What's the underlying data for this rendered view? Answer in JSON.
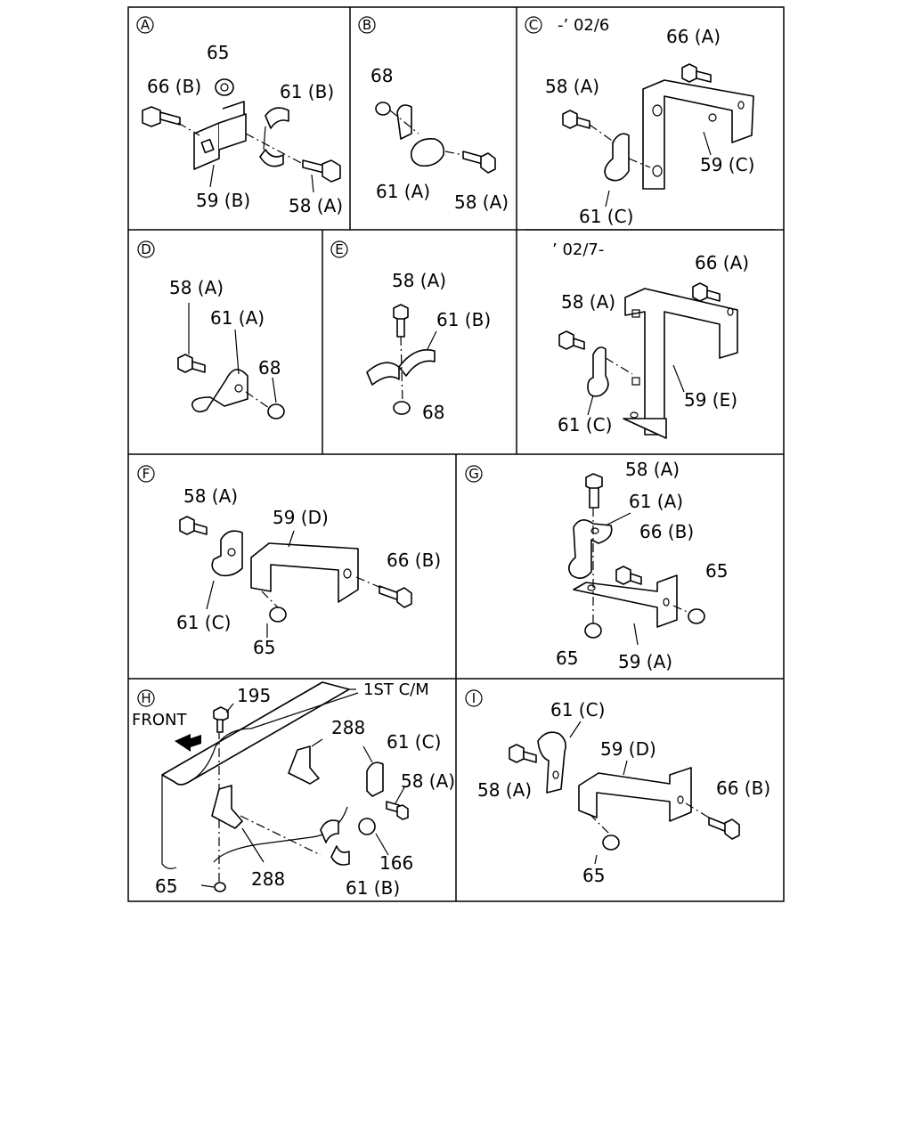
{
  "panels": [
    {
      "id": "A",
      "note": "",
      "labels": [
        "65",
        "66 (B)",
        "61 (B)",
        "59 (B)",
        "58 (A)"
      ]
    },
    {
      "id": "B",
      "note": "",
      "labels": [
        "68",
        "61 (A)",
        "58 (A)"
      ]
    },
    {
      "id": "C",
      "note": "-’ 02/6",
      "labels": [
        "66 (A)",
        "58 (A)",
        "59 (C)",
        "61 (C)"
      ]
    },
    {
      "id": "C2",
      "note": "’ 02/7-",
      "labels": [
        "66 (A)",
        "58 (A)",
        "59 (E)",
        "61 (C)"
      ]
    },
    {
      "id": "D",
      "note": "",
      "labels": [
        "58 (A)",
        "61 (A)",
        "68"
      ]
    },
    {
      "id": "E",
      "note": "",
      "labels": [
        "58 (A)",
        "61 (B)",
        "68"
      ]
    },
    {
      "id": "F",
      "note": "",
      "labels": [
        "58 (A)",
        "59 (D)",
        "66 (B)",
        "61 (C)",
        "65"
      ]
    },
    {
      "id": "G",
      "note": "",
      "labels": [
        "58 (A)",
        "61 (A)",
        "66 (B)",
        "65",
        "65",
        "59 (A)"
      ]
    },
    {
      "id": "H",
      "note": "",
      "labels": [
        "195",
        "1ST C/M",
        "FRONT",
        "288",
        "61 (C)",
        "58 (A)",
        "166",
        "288",
        "61 (B)",
        "65"
      ]
    },
    {
      "id": "I",
      "note": "",
      "labels": [
        "61 (C)",
        "59 (D)",
        "58 (A)",
        "66 (B)",
        "65"
      ]
    }
  ]
}
